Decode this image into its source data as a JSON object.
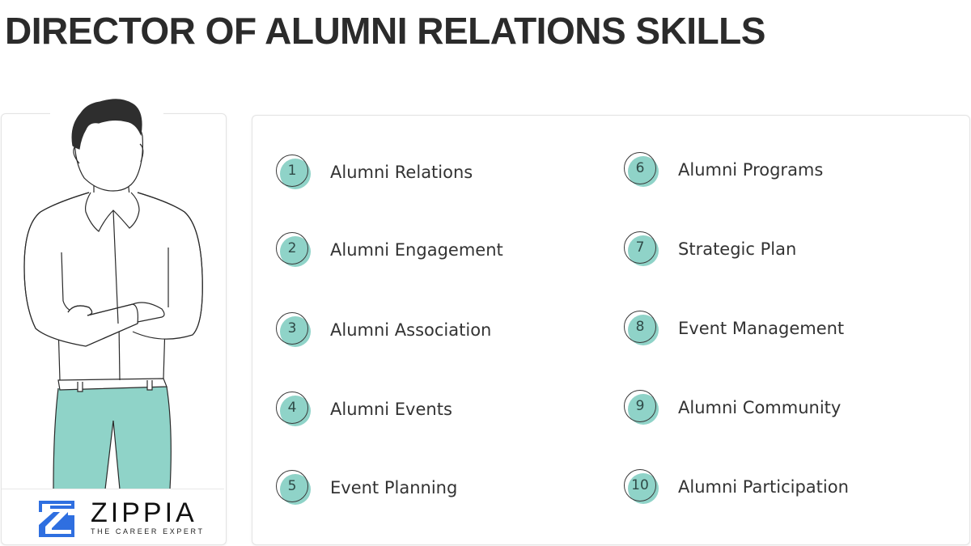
{
  "title": "DIRECTOR OF ALUMNI RELATIONS SKILLS",
  "colors": {
    "accent_teal": "#8fd3c8",
    "logo_blue": "#2f6fe0",
    "title": "#2b2b2b",
    "hair": "#2e2e2e"
  },
  "illustration": {
    "subject": "man-with-crossed-arms-icon"
  },
  "logo": {
    "wordmark": "ZIPPIA",
    "tagline": "THE CAREER EXPERT"
  },
  "skills": [
    {
      "number": "1",
      "label": "Alumni Relations"
    },
    {
      "number": "2",
      "label": "Alumni Engagement"
    },
    {
      "number": "3",
      "label": "Alumni Association"
    },
    {
      "number": "4",
      "label": "Alumni Events"
    },
    {
      "number": "5",
      "label": "Event Planning"
    },
    {
      "number": "6",
      "label": "Alumni Programs"
    },
    {
      "number": "7",
      "label": "Strategic Plan"
    },
    {
      "number": "8",
      "label": "Event Management"
    },
    {
      "number": "9",
      "label": "Alumni Community"
    },
    {
      "number": "10",
      "label": "Alumni Participation"
    }
  ]
}
